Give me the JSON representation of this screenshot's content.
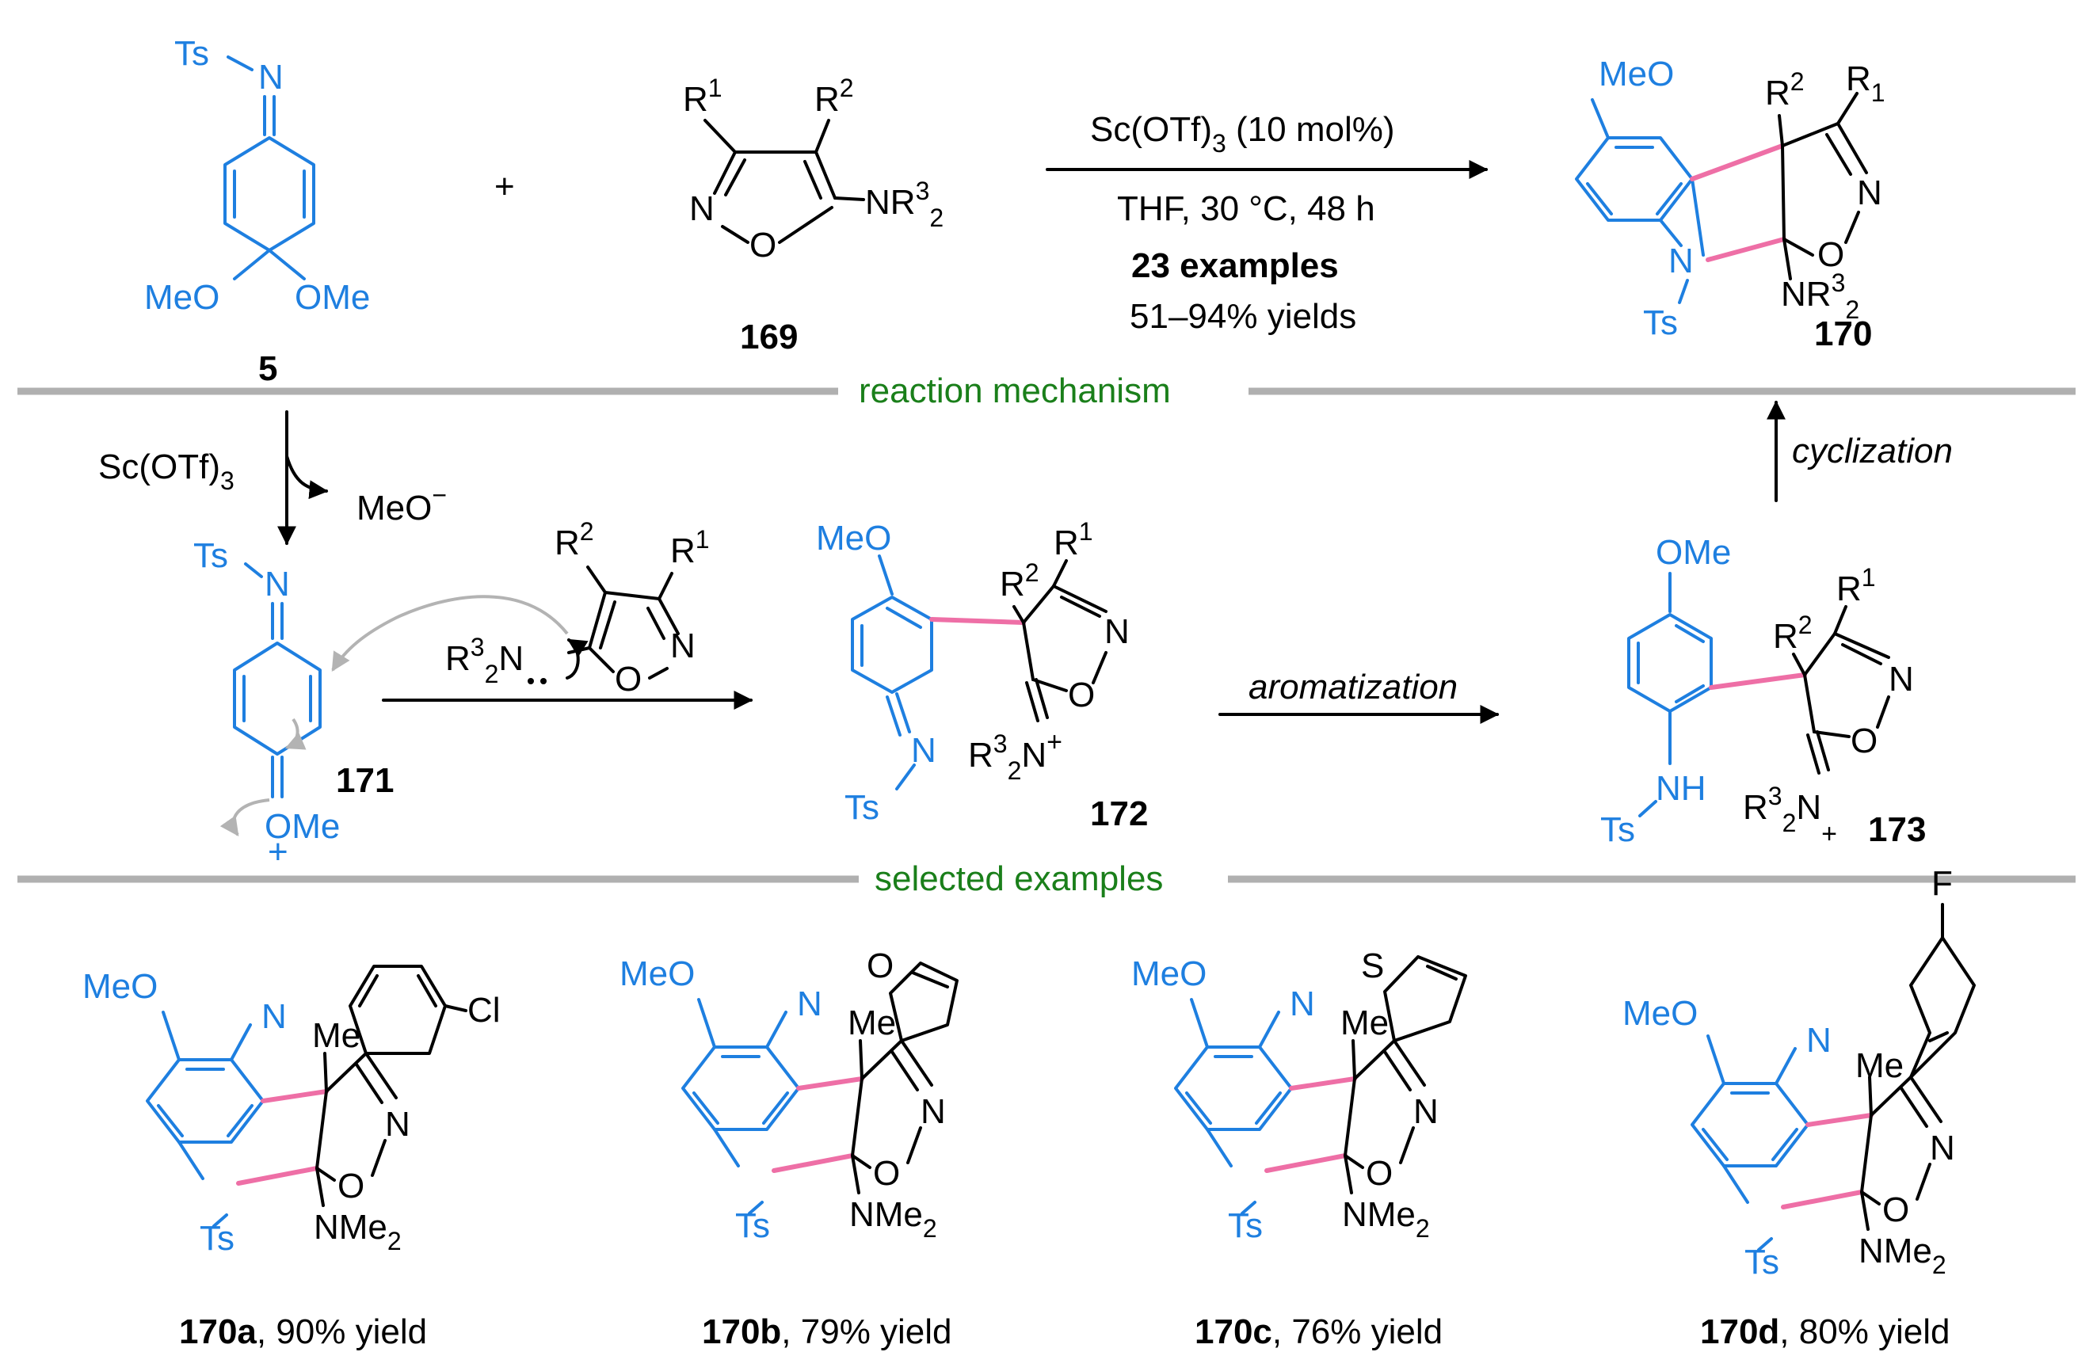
{
  "reagent5": {
    "ts": "Ts",
    "n": "N",
    "meo": "MeO",
    "ome": "OMe",
    "num": "5"
  },
  "plus": "+",
  "reagent169": {
    "r1": "R",
    "r1s": "1",
    "r2": "R",
    "r2s": "2",
    "n": "N",
    "o": "O",
    "nr": "NR",
    "nr3": "3",
    "nr2": "2",
    "num": "169"
  },
  "conditions": {
    "cat": "Sc(OTf)",
    "cat_sub": "3",
    "cat_rest": " (10 mol%)",
    "solvent": "THF, 30 °C, 48 h",
    "examples": "23 examples",
    "yields": "51–94% yields"
  },
  "product170": {
    "meo": "MeO",
    "r2": "R",
    "r2s": "2",
    "r1": "R",
    "r1s": "1",
    "n_ring": "N",
    "o": "O",
    "n": "N",
    "ts": "Ts",
    "nr": "NR",
    "nr3": "3",
    "nr2": "2",
    "num": "170"
  },
  "sections": {
    "mechanism": "reaction mechanism",
    "examples": "selected examples"
  },
  "mechanism": {
    "sc": "Sc(OTf)",
    "sc_sub": "3",
    "meo_minus": "MeO",
    "minus": "−",
    "i171": {
      "ts": "Ts",
      "n": "N",
      "ome": "OMe",
      "plus": "+",
      "num": "171"
    },
    "nuc": {
      "r2": "R",
      "r2s": "2",
      "r1": "R",
      "r1s": "1",
      "nr": "R",
      "nr3": "3",
      "nr2": "2",
      "n": "N",
      "o": "O"
    },
    "i172": {
      "meo": "MeO",
      "r2": "R",
      "r2s": "2",
      "r1": "R",
      "r1s": "1",
      "n": "N",
      "o": "O",
      "n_imine": "N",
      "ts": "Ts",
      "r3": "R",
      "r3s": "3",
      "r3b": "2",
      "nplus": "N",
      "plus": "+",
      "num": "172"
    },
    "aromatization": "aromatization",
    "i173": {
      "ome": "OMe",
      "r2": "R",
      "r2s": "2",
      "r1": "R",
      "r1s": "1",
      "n": "N",
      "o": "O",
      "nh": "NH",
      "ts": "Ts",
      "r3": "R",
      "r3s": "3",
      "r3b": "2",
      "nplus": "N",
      "plus": "+",
      "num": "173"
    },
    "cyclization": "cyclization"
  },
  "examples": [
    {
      "id": "170a",
      "yield": ", 90% yield",
      "meo": "MeO",
      "me": "Me",
      "sub": "Cl",
      "n_ring": "N",
      "o": "O",
      "n": "N",
      "ts": "Ts",
      "nme": "NMe",
      "nme2": "2"
    },
    {
      "id": "170b",
      "yield": ", 79% yield",
      "meo": "MeO",
      "me": "Me",
      "sub": "O",
      "n_ring": "N",
      "o": "O",
      "n": "N",
      "ts": "Ts",
      "nme": "NMe",
      "nme2": "2"
    },
    {
      "id": "170c",
      "yield": ", 76% yield",
      "meo": "MeO",
      "me": "Me",
      "sub": "S",
      "n_ring": "N",
      "o": "O",
      "n": "N",
      "ts": "Ts",
      "nme": "NMe",
      "nme2": "2"
    },
    {
      "id": "170d",
      "yield": ", 80% yield",
      "meo": "MeO",
      "me": "Me",
      "sub": "F",
      "n_ring": "N",
      "o": "O",
      "n": "N",
      "ts": "Ts",
      "nme": "NMe",
      "nme2": "2"
    }
  ],
  "colors": {
    "highlight_blue": "#1e7fe0",
    "bond_pink": "#ee6fa6",
    "section_green": "#1a7f1a"
  }
}
